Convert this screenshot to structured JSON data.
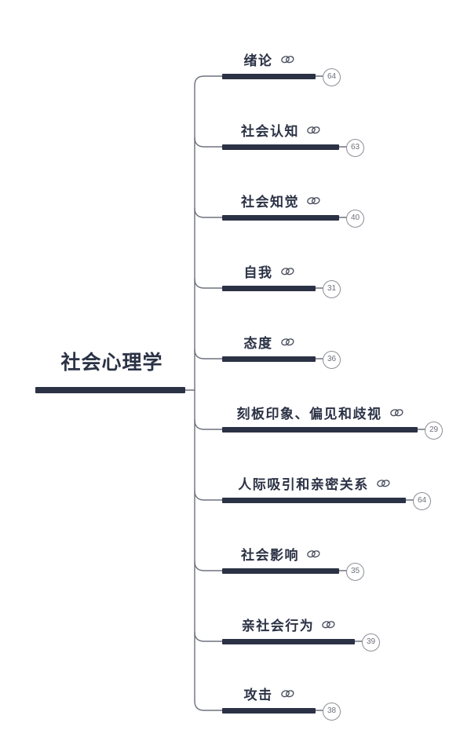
{
  "map": {
    "root": {
      "title": "社会心理学"
    },
    "icon_name": "link-icon",
    "colors": {
      "bar": "#2b3245",
      "text": "#2b3245",
      "connector": "#6f727e",
      "badge_border": "#8d8f98",
      "badge_text": "#6e707b",
      "background": "#ffffff"
    },
    "branches": [
      {
        "label": "绪论",
        "badge": "64",
        "icon": "link-icon"
      },
      {
        "label": "社会认知",
        "badge": "63",
        "icon": "link-icon"
      },
      {
        "label": "社会知觉",
        "badge": "40",
        "icon": "link-icon"
      },
      {
        "label": "自我",
        "badge": "31",
        "icon": "link-icon"
      },
      {
        "label": "态度",
        "badge": "36",
        "icon": "link-icon"
      },
      {
        "label": "刻板印象、偏见和歧视",
        "badge": "29",
        "icon": "link-icon"
      },
      {
        "label": "人际吸引和亲密关系",
        "badge": "64",
        "icon": "link-icon"
      },
      {
        "label": "社会影响",
        "badge": "35",
        "icon": "link-icon"
      },
      {
        "label": "亲社会行为",
        "badge": "39",
        "icon": "link-icon"
      },
      {
        "label": "攻击",
        "badge": "38",
        "icon": "link-icon"
      }
    ]
  }
}
